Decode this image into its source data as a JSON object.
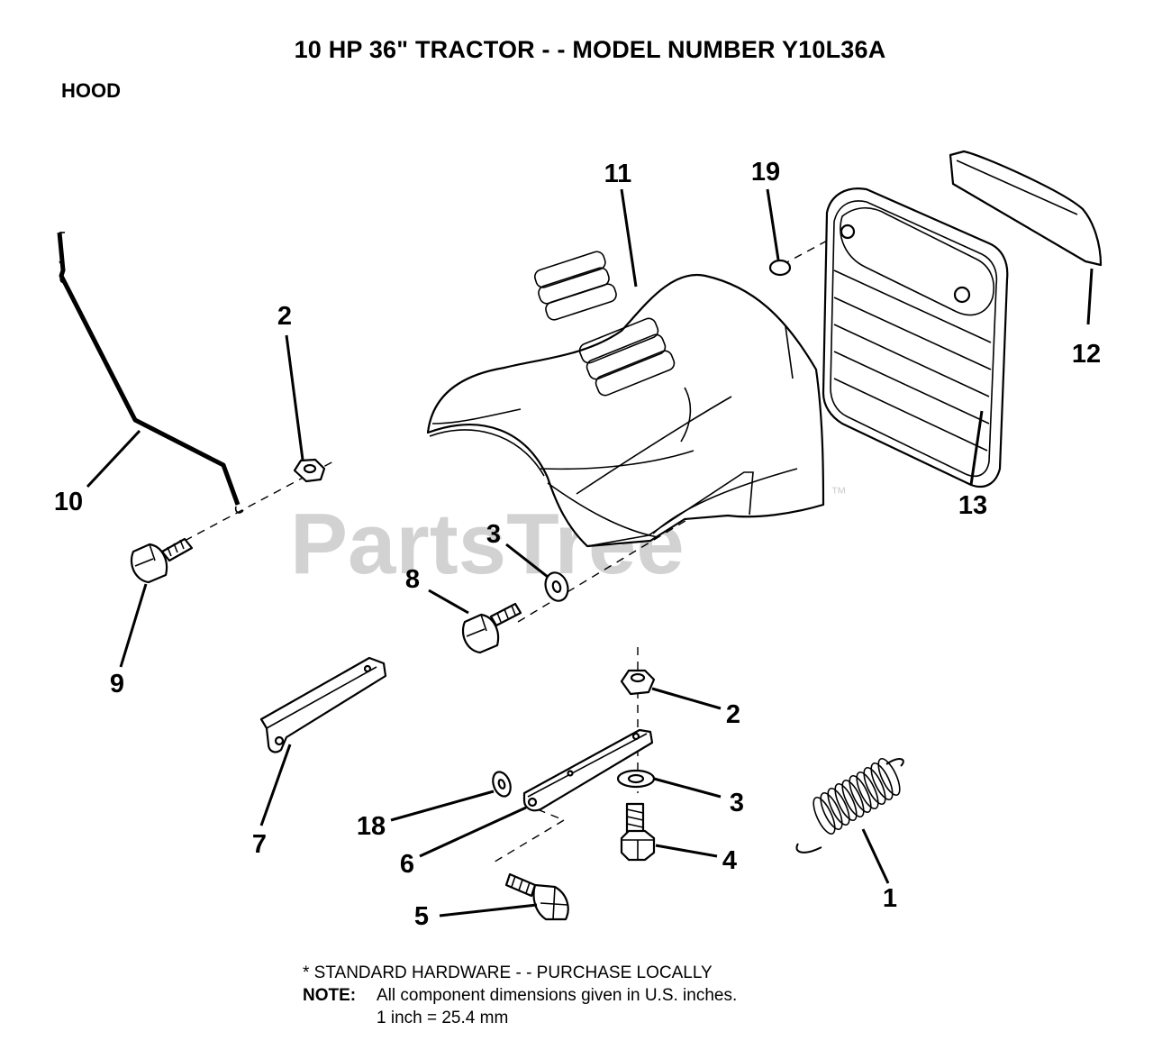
{
  "header": {
    "title": "10 HP 36\" TRACTOR - - MODEL NUMBER Y10L36A",
    "section": "HOOD"
  },
  "watermark": {
    "text": "PartsTree",
    "mark": "™"
  },
  "callouts": [
    "1",
    "2",
    "2",
    "3",
    "3",
    "4",
    "5",
    "6",
    "7",
    "8",
    "9",
    "10",
    "11",
    "12",
    "13",
    "18",
    "19"
  ],
  "parts": [
    {
      "ref": "1",
      "icon": "spring-icon"
    },
    {
      "ref": "2",
      "icon": "hex-nut-icon"
    },
    {
      "ref": "3",
      "icon": "washer-icon"
    },
    {
      "ref": "4",
      "icon": "bolt-icon"
    },
    {
      "ref": "5",
      "icon": "shoulder-bolt-icon"
    },
    {
      "ref": "6",
      "icon": "strap-icon"
    },
    {
      "ref": "7",
      "icon": "bracket-icon"
    },
    {
      "ref": "8",
      "icon": "shoulder-bolt-icon"
    },
    {
      "ref": "9",
      "icon": "shoulder-bolt-icon"
    },
    {
      "ref": "10",
      "icon": "hood-rod-icon"
    },
    {
      "ref": "11",
      "icon": "hood-icon"
    },
    {
      "ref": "12",
      "icon": "lens-icon"
    },
    {
      "ref": "13",
      "icon": "grille-icon"
    },
    {
      "ref": "18",
      "icon": "washer-icon"
    },
    {
      "ref": "19",
      "icon": "plug-icon"
    }
  ],
  "notes": {
    "standard_hardware": "* STANDARD HARDWARE - - PURCHASE LOCALLY",
    "note_label": "NOTE:",
    "note_text": "All component dimensions given in U.S. inches.",
    "conversion": "1 inch = 25.4 mm"
  }
}
